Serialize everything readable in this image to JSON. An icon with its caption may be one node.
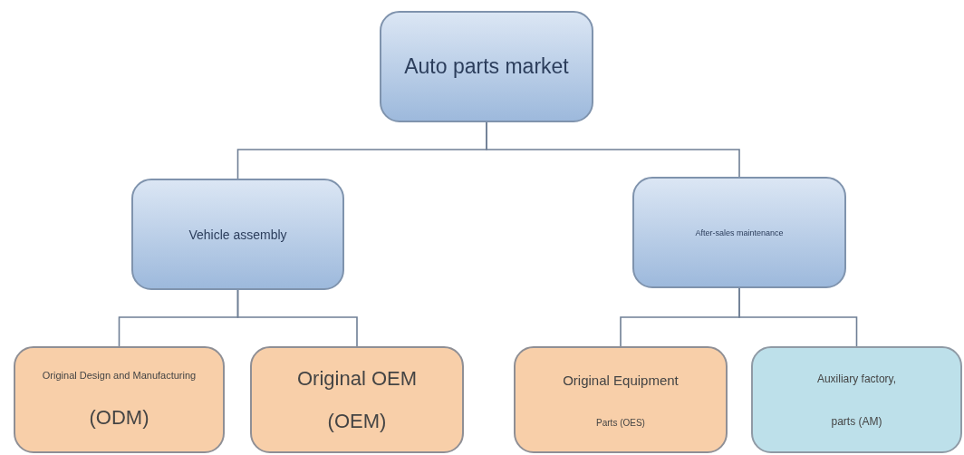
{
  "diagram": {
    "nodes": [
      {
        "text": [
          "Auto parts market"
        ]
      },
      {
        "text": [
          "Vehicle assembly"
        ]
      },
      {
        "text": [
          "After-sales maintenance"
        ]
      },
      {
        "text": [
          "Original Design and Manufacturing",
          "(ODM)"
        ]
      },
      {
        "text": [
          "Original OEM",
          "(OEM)"
        ]
      },
      {
        "text": [
          "Original Equipment",
          "Parts (OES)"
        ]
      },
      {
        "text": [
          "Auxiliary factory,",
          "parts (AM)"
        ]
      }
    ],
    "edges": [
      {
        "from": 0,
        "to": 1,
        "arrow": "none"
      },
      {
        "from": 0,
        "to": 2,
        "arrow": "none"
      },
      {
        "from": 1,
        "to": 3,
        "arrow": "none"
      },
      {
        "from": 1,
        "to": 4,
        "arrow": "none"
      },
      {
        "from": 2,
        "to": 5,
        "arrow": "none"
      },
      {
        "from": 2,
        "to": 6,
        "arrow": "none"
      }
    ]
  }
}
